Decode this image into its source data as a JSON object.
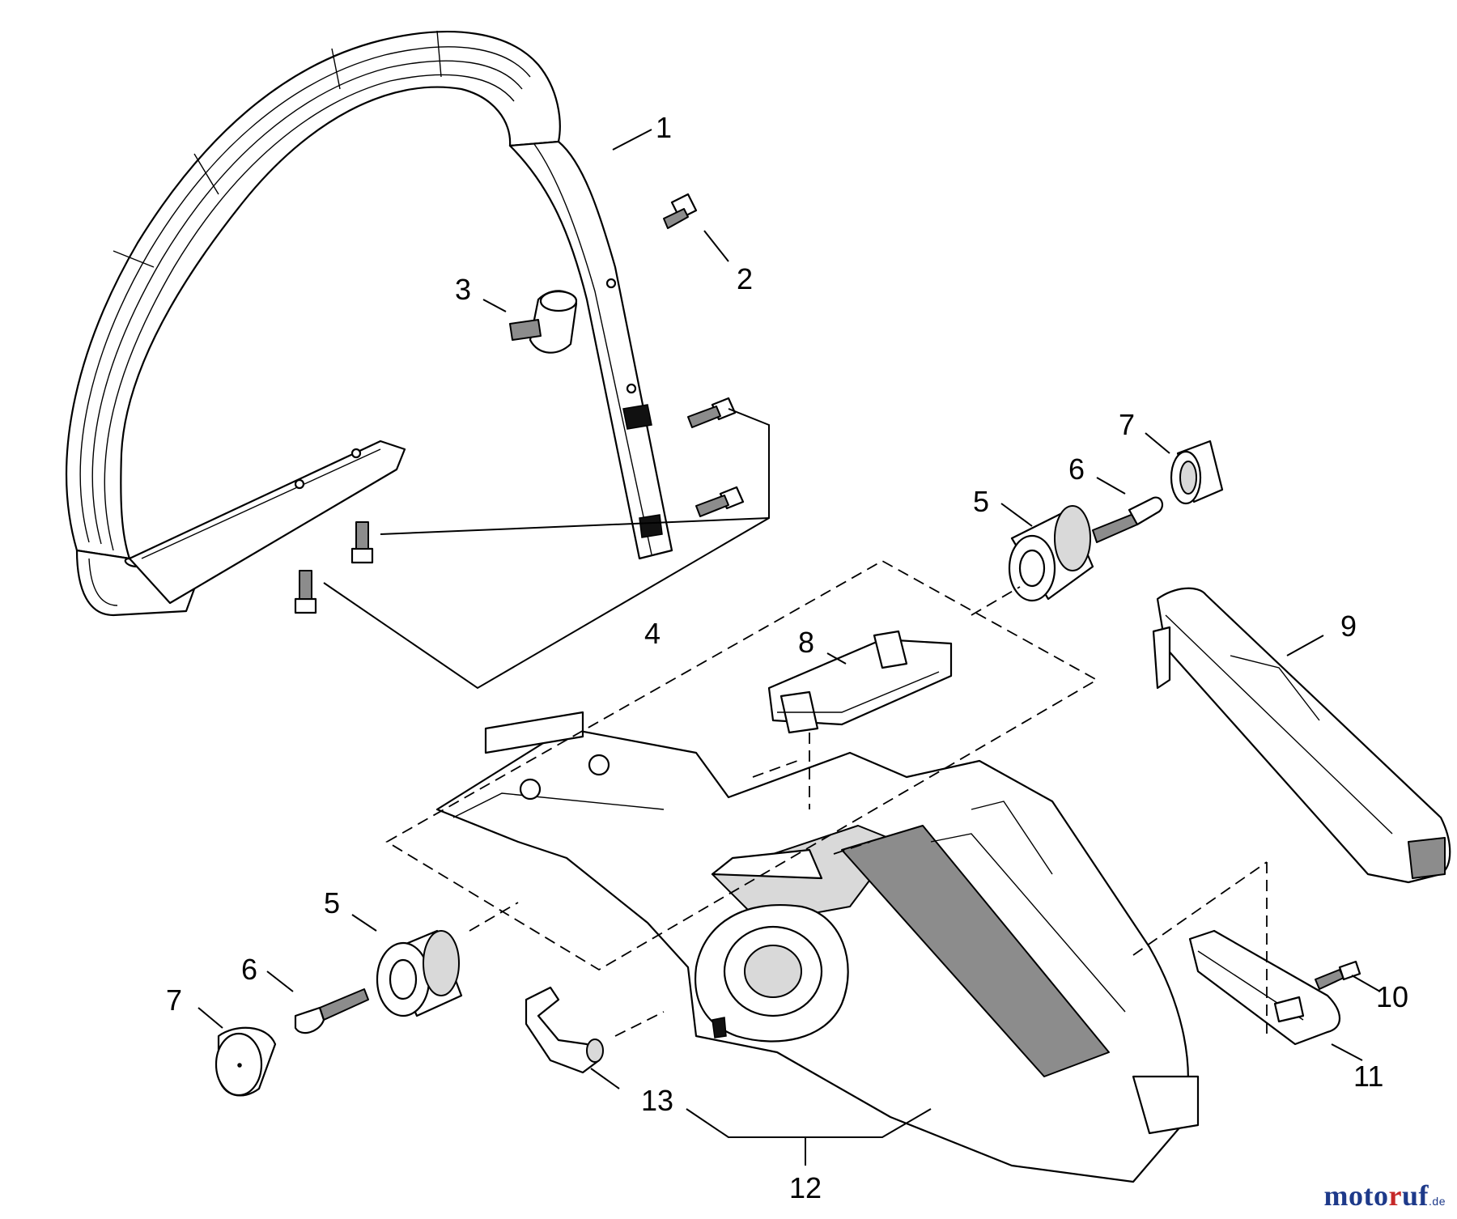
{
  "labels": {
    "p1": "1",
    "p2": "2",
    "p3": "3",
    "p4": "4",
    "p5a": "5",
    "p5b": "5",
    "p6a": "6",
    "p6b": "6",
    "p7a": "7",
    "p7b": "7",
    "p8": "8",
    "p9": "9",
    "p10": "10",
    "p11": "11",
    "p12": "12",
    "p13": "13"
  },
  "watermark": {
    "part_a": "moto",
    "part_b": "r",
    "part_c": "uf",
    "tld": ".de"
  },
  "colors": {
    "ink": "#000000",
    "watermark_blue": "#1e3a8a",
    "watermark_red": "#c62828"
  }
}
